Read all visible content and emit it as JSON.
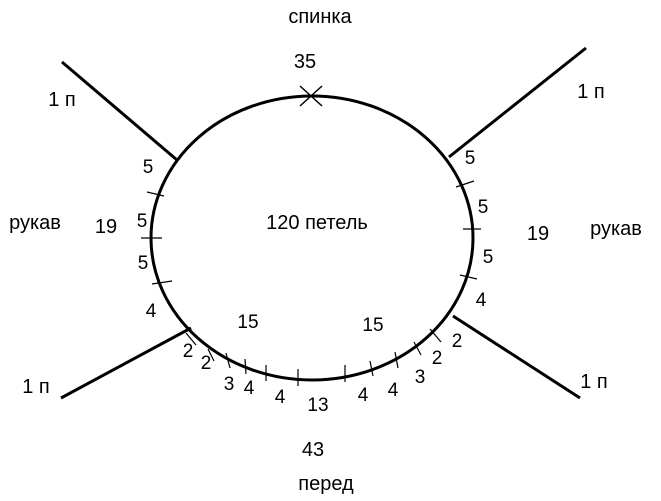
{
  "colors": {
    "stroke": "#000000",
    "background": "#ffffff"
  },
  "labels": {
    "back": "спинка",
    "back_count": "35",
    "center": "120  петель",
    "front": "перед",
    "front_count": "43",
    "left_sleeve": "рукав",
    "left_sleeve_count": "19",
    "right_sleeve": "рукав",
    "right_sleeve_count": "19",
    "raglan_top_left": "1 п",
    "raglan_top_right": "1 п",
    "raglan_bottom_left": "1 п",
    "raglan_bottom_right": "1 п",
    "left_segments": [
      "5",
      "5",
      "5",
      "4"
    ],
    "right_segments": [
      "5",
      "5",
      "5",
      "4"
    ],
    "front_left_count": "15",
    "front_right_count": "15",
    "front_segments_left": [
      "2",
      "2",
      "3",
      "4",
      "4"
    ],
    "front_center": "13",
    "front_segments_right": [
      "4",
      "4",
      "3",
      "2",
      "2"
    ]
  }
}
